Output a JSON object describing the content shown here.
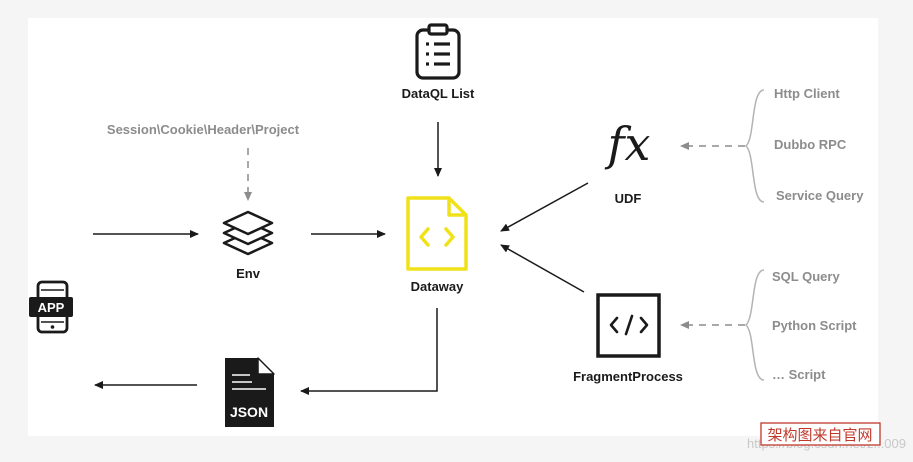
{
  "nodes": {
    "dataql_list": "DataQL List",
    "context_sources": "Session\\Cookie\\Header\\Project",
    "env": "Env",
    "dataway": "Dataway",
    "udf": "UDF",
    "fragment_process": "FragmentProcess",
    "app_icon_text": "APP",
    "json_icon_text": "JSON",
    "udf_symbol": "fx"
  },
  "udf_sources": [
    "Http Client",
    "Dubbo RPC",
    "Service Query"
  ],
  "fragment_sources": [
    "SQL Query",
    "Python Script",
    "… Script"
  ],
  "watermark": {
    "url": "https://blog.csdn.net/z...009",
    "stamp": "架构图来自官网"
  },
  "colors": {
    "accent": "#f0e21a",
    "dark": "#1a1a1a",
    "muted": "#8c8c8c"
  }
}
